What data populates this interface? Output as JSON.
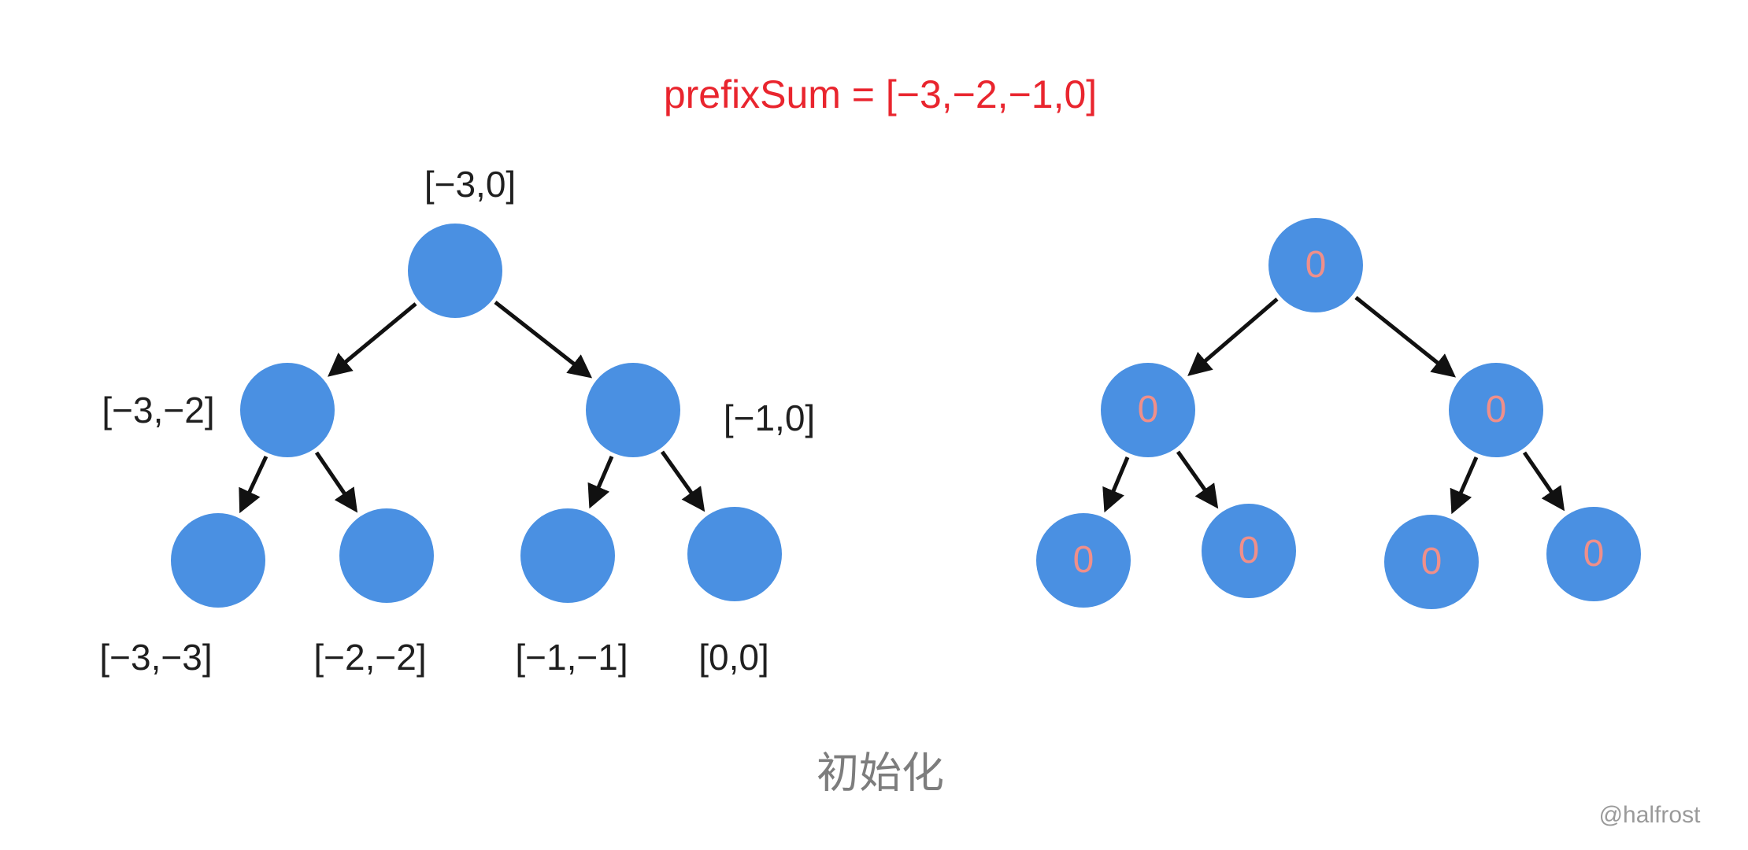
{
  "title": "prefixSum = [−3,−2,−1,0]",
  "caption": "初始化",
  "watermark": "@halfrost",
  "colors": {
    "node_fill": "#4a90e2",
    "node_value_text": "#ef8f8a",
    "title_text": "#e9252e",
    "caption_text": "#7d7d7d",
    "watermark_text": "#9a9a9a",
    "arrow": "#111111",
    "label_text": "#1f1f1f"
  },
  "left_tree": {
    "root_label": "[−3,0]",
    "left_child_label": "[−3,−2]",
    "right_child_label": "[−1,0]",
    "leaf_labels": [
      "[−3,−3]",
      "[−2,−2]",
      "[−1,−1]",
      "[0,0]"
    ]
  },
  "right_tree": {
    "values": [
      "0",
      "0",
      "0",
      "0",
      "0",
      "0",
      "0"
    ]
  }
}
